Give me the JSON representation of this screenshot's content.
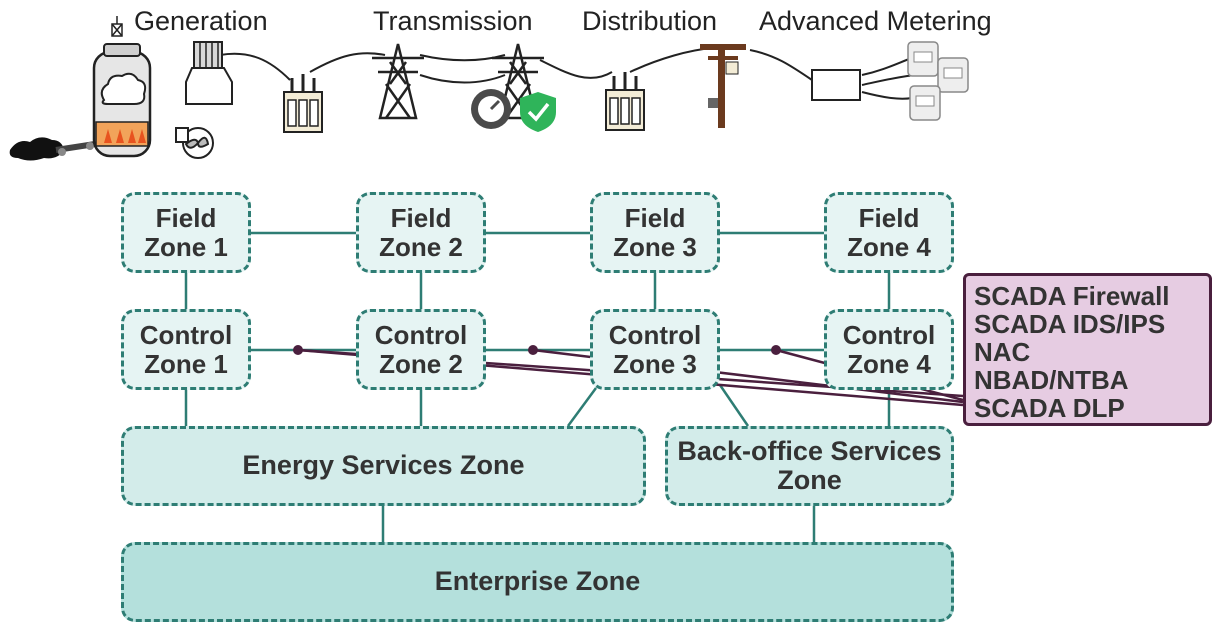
{
  "top_labels": {
    "generation": "Generation",
    "transmission": "Transmission",
    "distribution": "Distribution",
    "advanced_metering": "Advanced Metering"
  },
  "zones": {
    "field_1": "Field\nZone 1",
    "field_2": "Field\nZone 2",
    "field_3": "Field\nZone 3",
    "field_4": "Field\nZone 4",
    "control_1": "Control\nZone 1",
    "control_2": "Control\nZone 2",
    "control_3": "Control\nZone 3",
    "control_4": "Control\nZone 4",
    "energy_services": "Energy Services Zone",
    "back_office": "Back-office Services\nZone",
    "enterprise": "Enterprise Zone"
  },
  "security_controls": [
    "SCADA Firewall",
    "SCADA IDS/IPS",
    "NAC",
    "NBAD/NTBA",
    "SCADA DLP"
  ],
  "colors": {
    "zone_border": "#2e7d74",
    "zone_fill_light": "#e6f4f3",
    "zone_fill_mid": "#d3ecea",
    "zone_fill_dark": "#b4e0dc",
    "callout_fill": "#e6cce2",
    "callout_border": "#4a1f3e"
  },
  "icons": [
    "coal-icon",
    "boiler-icon",
    "turbine-icon",
    "pump-icon",
    "transformer-icon",
    "transmission-tower-icon",
    "gauge-icon",
    "shield-check-icon",
    "utility-pole-icon",
    "data-collector-icon",
    "smart-meter-icon"
  ]
}
